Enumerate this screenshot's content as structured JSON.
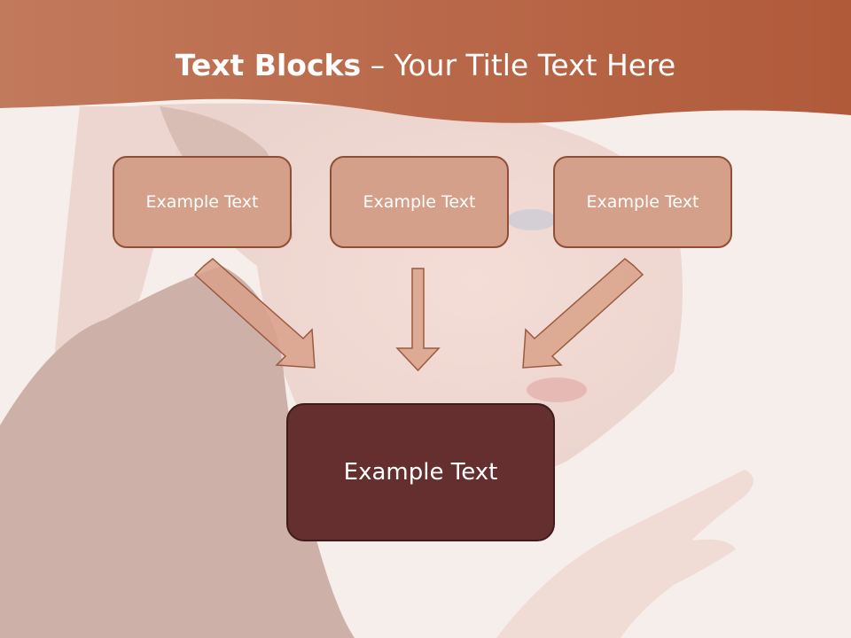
{
  "title": {
    "bold": "Text Blocks",
    "separator": " – ",
    "rest": "Your Title Text Here"
  },
  "blocks": {
    "top": [
      {
        "label": "Example Text"
      },
      {
        "label": "Example Text"
      },
      {
        "label": "Example Text"
      }
    ],
    "bottom": {
      "label": "Example Text"
    }
  },
  "colors": {
    "header": "#b8603f",
    "small_box_fill": "#d4a08a",
    "small_box_border": "#8f4e36",
    "big_box_fill": "#652e2f",
    "arrow_fill": "#d9a18a",
    "arrow_stroke": "#9a5a40"
  }
}
